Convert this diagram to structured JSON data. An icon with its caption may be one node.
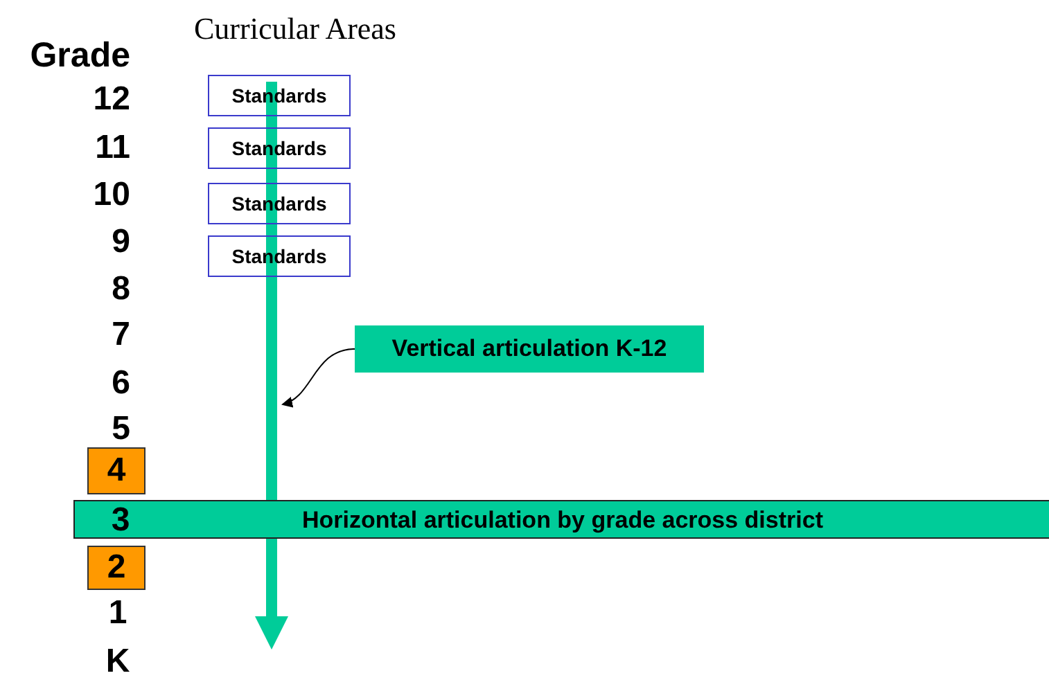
{
  "diagram": {
    "title": "Curricular Areas",
    "nodes": [
      {
        "text": [
          "Standards"
        ]
      },
      {
        "text": [
          "Standards"
        ]
      },
      {
        "text": [
          "Standards"
        ]
      },
      {
        "text": [
          "Standards"
        ]
      },
      {
        "text": [
          "4"
        ]
      },
      {
        "text": [
          "3",
          "Horizontal articulation by grade across district"
        ]
      },
      {
        "text": [
          "2"
        ]
      },
      {
        "text": [
          "Vertical articulation K-12"
        ]
      },
      {
        "text": [],
        "shape": "arrow"
      }
    ],
    "edges": [
      {
        "from": 7,
        "to": 8,
        "arrow": "to"
      }
    ],
    "labels": [
      "Grade",
      "12",
      "11",
      "10",
      "9",
      "8",
      "7",
      "6",
      "5",
      "1",
      "K"
    ]
  }
}
